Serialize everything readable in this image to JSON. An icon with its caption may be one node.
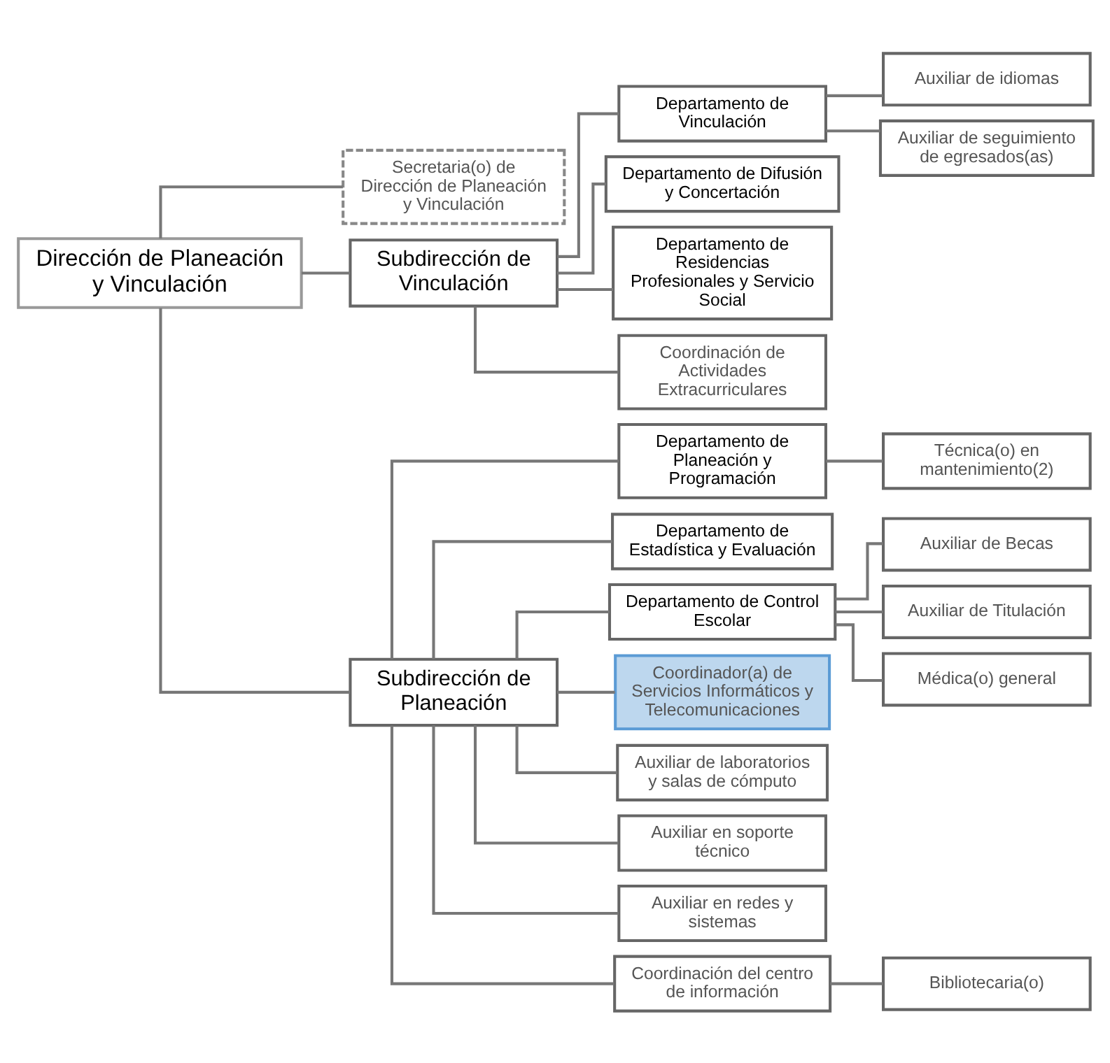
{
  "diagram": {
    "nodes": [
      {
        "text": [
          "Dirección de Planeación y Vinculación"
        ]
      },
      {
        "text": [
          "Secretaria(o) de Dirección de Planeación y Vinculación"
        ]
      },
      {
        "text": [
          "Subdirección de Vinculación"
        ]
      },
      {
        "text": [
          "Subdirección de Planeación"
        ]
      },
      {
        "text": [
          "Departamento de Vinculación"
        ]
      },
      {
        "text": [
          "Auxiliar de idiomas"
        ]
      },
      {
        "text": [
          "Auxiliar de seguimiento de egresados(as)"
        ]
      },
      {
        "text": [
          "Departamento de Difusión y Concertación"
        ]
      },
      {
        "text": [
          "Departamento de Residencias Profesionales y Servicio Social"
        ]
      },
      {
        "text": [
          "Coordinación de Actividades Extracurriculares"
        ]
      },
      {
        "text": [
          "Departamento de Planeación y Programación"
        ]
      },
      {
        "text": [
          "Técnica(o) en mantenimiento(2)"
        ]
      },
      {
        "text": [
          "Departamento de Estadística y Evaluación"
        ]
      },
      {
        "text": [
          "Departamento de Control Escolar"
        ]
      },
      {
        "text": [
          "Auxiliar de Becas"
        ]
      },
      {
        "text": [
          "Auxiliar de Titulación"
        ]
      },
      {
        "text": [
          "Médica(o) general"
        ]
      },
      {
        "text": [
          "Coordinador(a) de Servicios Informáticos y Telecomunicaciones"
        ]
      },
      {
        "text": [
          "Auxiliar de laboratorios y salas de cómputo"
        ]
      },
      {
        "text": [
          "Auxiliar en soporte técnico"
        ]
      },
      {
        "text": [
          "Auxiliar en redes y sistemas"
        ]
      },
      {
        "text": [
          "Coordinación del centro de información"
        ]
      },
      {
        "text": [
          "Bibliotecaria(o)"
        ]
      }
    ],
    "edges": [
      {
        "from": 0,
        "to": 1,
        "arrow": "none"
      },
      {
        "from": 0,
        "to": 2,
        "arrow": "none"
      },
      {
        "from": 0,
        "to": 3,
        "arrow": "none"
      },
      {
        "from": 2,
        "to": 4,
        "arrow": "none"
      },
      {
        "from": 4,
        "to": 5,
        "arrow": "none"
      },
      {
        "from": 4,
        "to": 6,
        "arrow": "none"
      },
      {
        "from": 2,
        "to": 7,
        "arrow": "none"
      },
      {
        "from": 2,
        "to": 8,
        "arrow": "none"
      },
      {
        "from": 2,
        "to": 9,
        "arrow": "none"
      },
      {
        "from": 3,
        "to": 10,
        "arrow": "none"
      },
      {
        "from": 10,
        "to": 11,
        "arrow": "none"
      },
      {
        "from": 3,
        "to": 12,
        "arrow": "none"
      },
      {
        "from": 3,
        "to": 13,
        "arrow": "none"
      },
      {
        "from": 13,
        "to": 14,
        "arrow": "none"
      },
      {
        "from": 13,
        "to": 15,
        "arrow": "none"
      },
      {
        "from": 13,
        "to": 16,
        "arrow": "none"
      },
      {
        "from": 3,
        "to": 17,
        "arrow": "none"
      },
      {
        "from": 3,
        "to": 18,
        "arrow": "none"
      },
      {
        "from": 3,
        "to": 19,
        "arrow": "none"
      },
      {
        "from": 3,
        "to": 20,
        "arrow": "none"
      },
      {
        "from": 3,
        "to": 21,
        "arrow": "none"
      },
      {
        "from": 21,
        "to": 22,
        "arrow": "none"
      }
    ]
  }
}
